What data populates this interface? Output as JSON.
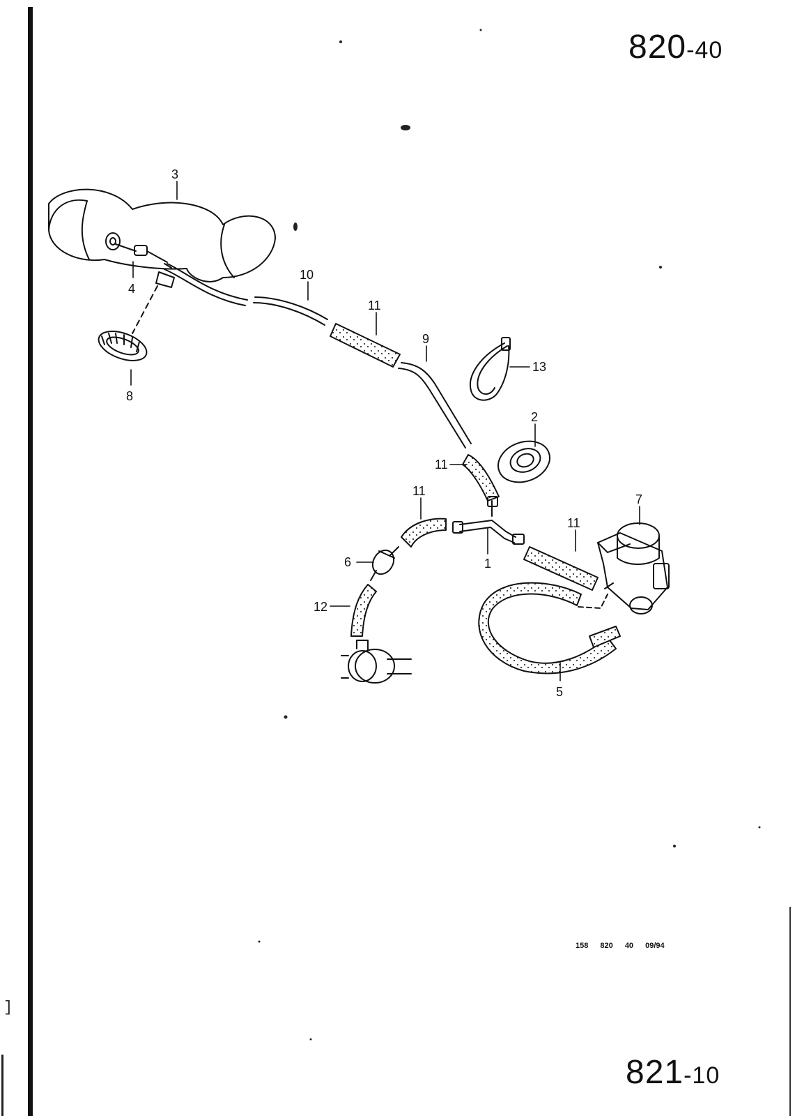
{
  "page": {
    "top_number_main": "820",
    "top_number_sub": "-40",
    "bottom_number_main": "821",
    "bottom_number_sub": "-10",
    "reference_code": "158 820 40 09/94"
  },
  "callouts": [
    {
      "id": "c1",
      "label": "1"
    },
    {
      "id": "c2",
      "label": "2"
    },
    {
      "id": "c3",
      "label": "3"
    },
    {
      "id": "c4",
      "label": "4"
    },
    {
      "id": "c5",
      "label": "5"
    },
    {
      "id": "c6",
      "label": "6"
    },
    {
      "id": "c7",
      "label": "7"
    },
    {
      "id": "c8",
      "label": "8"
    },
    {
      "id": "c9",
      "label": "9"
    },
    {
      "id": "c10",
      "label": "10"
    },
    {
      "id": "c11a",
      "label": "11"
    },
    {
      "id": "c11b",
      "label": "11"
    },
    {
      "id": "c11c",
      "label": "11"
    },
    {
      "id": "c11d",
      "label": "11"
    },
    {
      "id": "c12",
      "label": "12"
    },
    {
      "id": "c13",
      "label": "13"
    }
  ]
}
